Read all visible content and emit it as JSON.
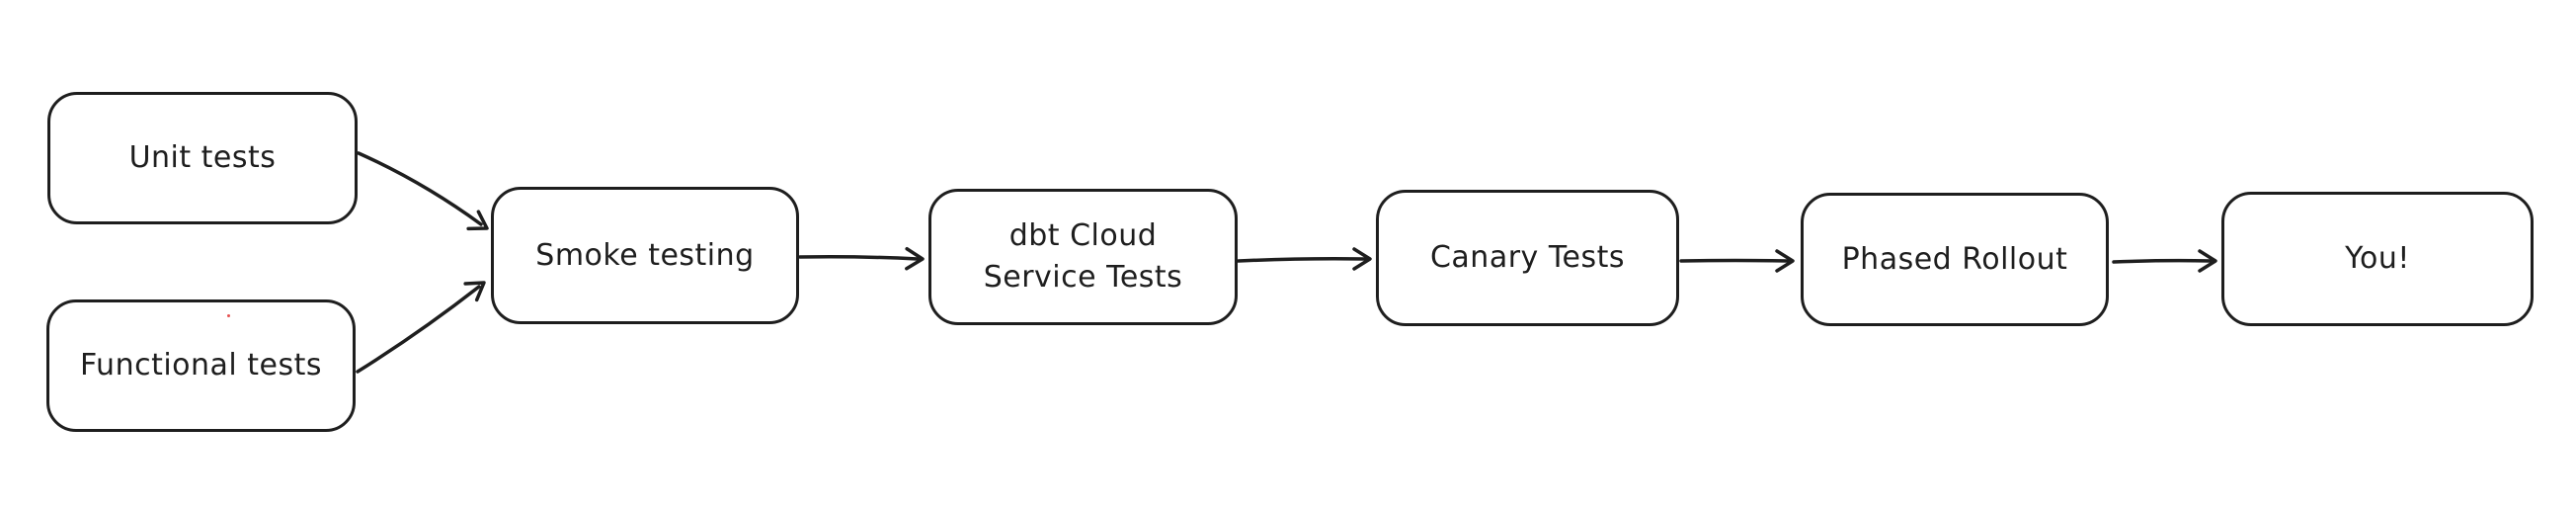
{
  "diagram": {
    "type": "flowchart",
    "background_color": "#ffffff",
    "stroke_color": "#1e1e1e",
    "stray_dot_color": "#e03131",
    "nodes": [
      {
        "id": "unit-tests",
        "label": "Unit tests"
      },
      {
        "id": "functional-tests",
        "label": "Functional tests"
      },
      {
        "id": "smoke-testing",
        "label": "Smoke testing"
      },
      {
        "id": "dbt-cloud-service-tests",
        "label": "dbt Cloud\nService Tests"
      },
      {
        "id": "canary-tests",
        "label": "Canary Tests"
      },
      {
        "id": "phased-rollout",
        "label": "Phased Rollout"
      },
      {
        "id": "you",
        "label": "You!"
      }
    ],
    "edges": [
      {
        "from": "unit-tests",
        "to": "smoke-testing"
      },
      {
        "from": "functional-tests",
        "to": "smoke-testing"
      },
      {
        "from": "smoke-testing",
        "to": "dbt-cloud-service-tests"
      },
      {
        "from": "dbt-cloud-service-tests",
        "to": "canary-tests"
      },
      {
        "from": "canary-tests",
        "to": "phased-rollout"
      },
      {
        "from": "phased-rollout",
        "to": "you"
      }
    ]
  }
}
